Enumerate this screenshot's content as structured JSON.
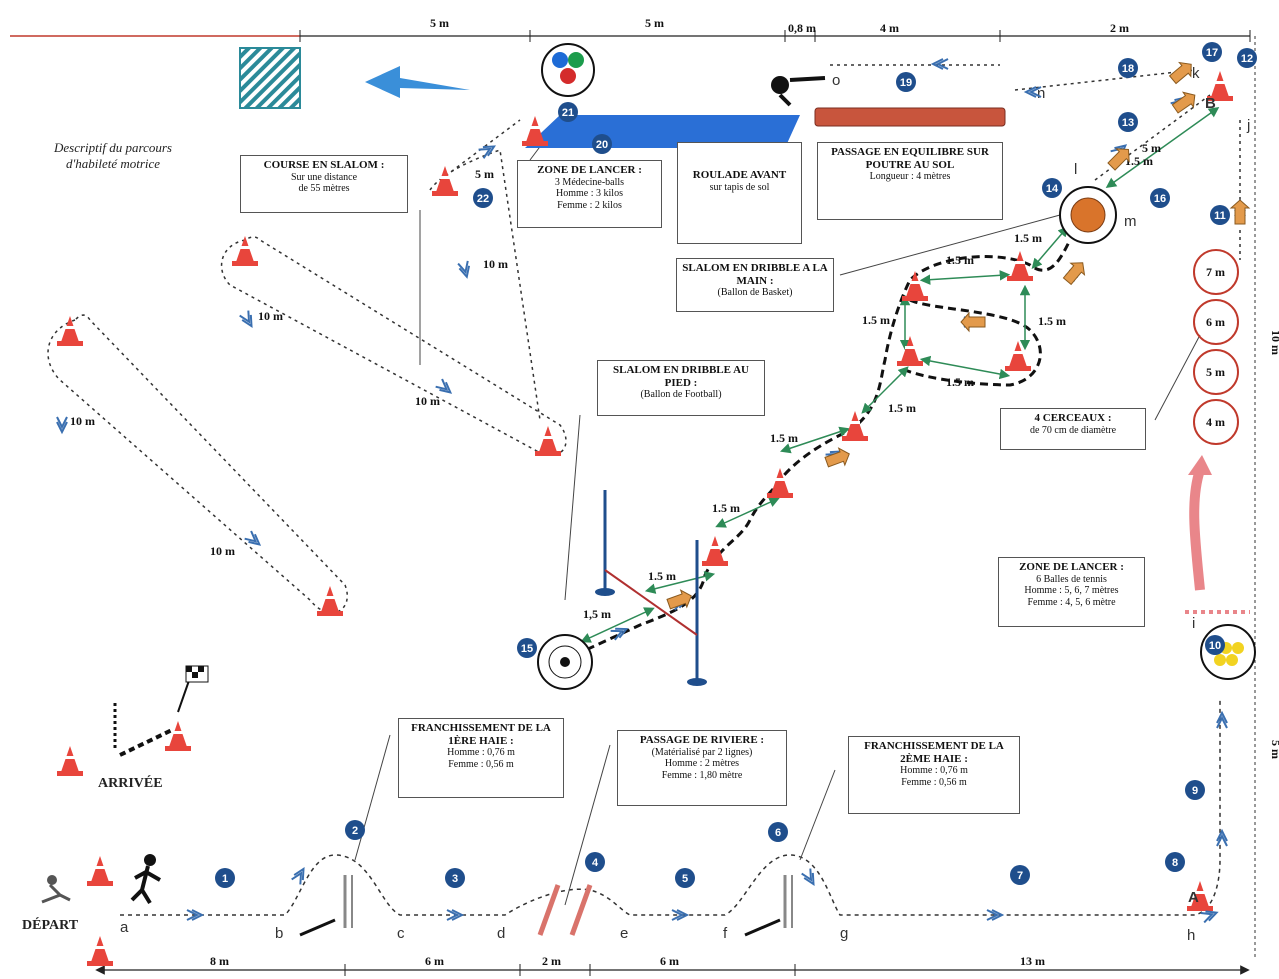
{
  "course": {
    "title": "Descriptif du parcours d'habileté motrice",
    "start": "DÉPART",
    "finish": "ARRIVÉE",
    "colors": {
      "marker": "#1f4e8c",
      "cone": "#e8453c",
      "mat": "#2a6fd6",
      "beam": "#c8553d",
      "arrow": "#e9868a",
      "hatch": "#2b8a99",
      "ball": "#f2d321"
    },
    "top_dims": [
      "5 m",
      "5 m",
      "0,8 m",
      "4 m",
      "2 m"
    ],
    "bottom_dims": [
      "8 m",
      "6 m",
      "2 m",
      "6 m",
      "13 m"
    ],
    "right_dims": [
      "10 m",
      "5 m"
    ],
    "slalom_dims": [
      "10 m",
      "10 m",
      "10 m",
      "10 m",
      "10 m",
      "5 m"
    ],
    "dribble_dims": [
      "1,5 m",
      "1.5 m",
      "1.5 m",
      "1.5 m",
      "1.5 m",
      "1.5 m",
      "1.5 m",
      "1.5 m",
      "1.5 m",
      "1.5 m",
      "1.5 m",
      "5 m"
    ],
    "point_letters": [
      "a",
      "b",
      "c",
      "d",
      "e",
      "f",
      "g",
      "h",
      "A",
      "B",
      "i",
      "j",
      "k",
      "l",
      "m",
      "n",
      "o"
    ],
    "ring_labels": [
      "7 m",
      "6 m",
      "5 m",
      "4 m"
    ],
    "boxes": {
      "slalom": {
        "title": "COURSE EN SLALOM :",
        "l1": "Sur une distance",
        "l2": "de 55 mètres"
      },
      "throw1": {
        "title": "ZONE DE LANCER :",
        "l1": "3 Médecine-balls",
        "l2": "Homme : 3 kilos",
        "l3": "Femme : 2 kilos"
      },
      "roll": {
        "title": "ROULADE AVANT",
        "l1": "sur tapis de sol"
      },
      "beam": {
        "title": "PASSAGE EN EQUILIBRE SUR POUTRE au sol",
        "l1": "Longueur : 4 mètres"
      },
      "dribble_hand": {
        "title": "SLALOM EN DRIBBLE A LA MAIN :",
        "l1": "(Ballon de Basket)"
      },
      "dribble_foot": {
        "title": "SLALOM EN DRIBBLE AU PIED :",
        "l1": "(Ballon de Football)"
      },
      "rings": {
        "title": "4 CERCEAUX :",
        "l1": "de 70 cm de diamètre"
      },
      "throw2": {
        "title": "ZONE DE LANCER :",
        "l1": "6 Balles de tennis",
        "l2": "Homme : 5, 6, 7 mètres",
        "l3": "Femme : 4, 5, 6 mètre"
      },
      "hurdle1": {
        "title": "FRANCHISSEMENT DE LA 1ère HAIE :",
        "l1": "Homme : 0,76 m",
        "l2": "Femme : 0,56 m"
      },
      "river": {
        "title": "PASSAGE DE RIVIERE :",
        "l1": "(Matérialisé par 2 lignes)",
        "l2": "Homme : 2 mètres",
        "l3": "Femme : 1,80 mètre"
      },
      "hurdle2": {
        "title": "FRANCHISSEMENT DE LA 2ème HAIE :",
        "l1": "Homme : 0,76 m",
        "l2": "Femme : 0,56 m"
      }
    },
    "steps": [
      "1",
      "2",
      "3",
      "4",
      "5",
      "6",
      "7",
      "8",
      "9",
      "10",
      "11",
      "12",
      "13",
      "14",
      "15",
      "16",
      "17",
      "18",
      "19",
      "20",
      "21",
      "22"
    ]
  }
}
